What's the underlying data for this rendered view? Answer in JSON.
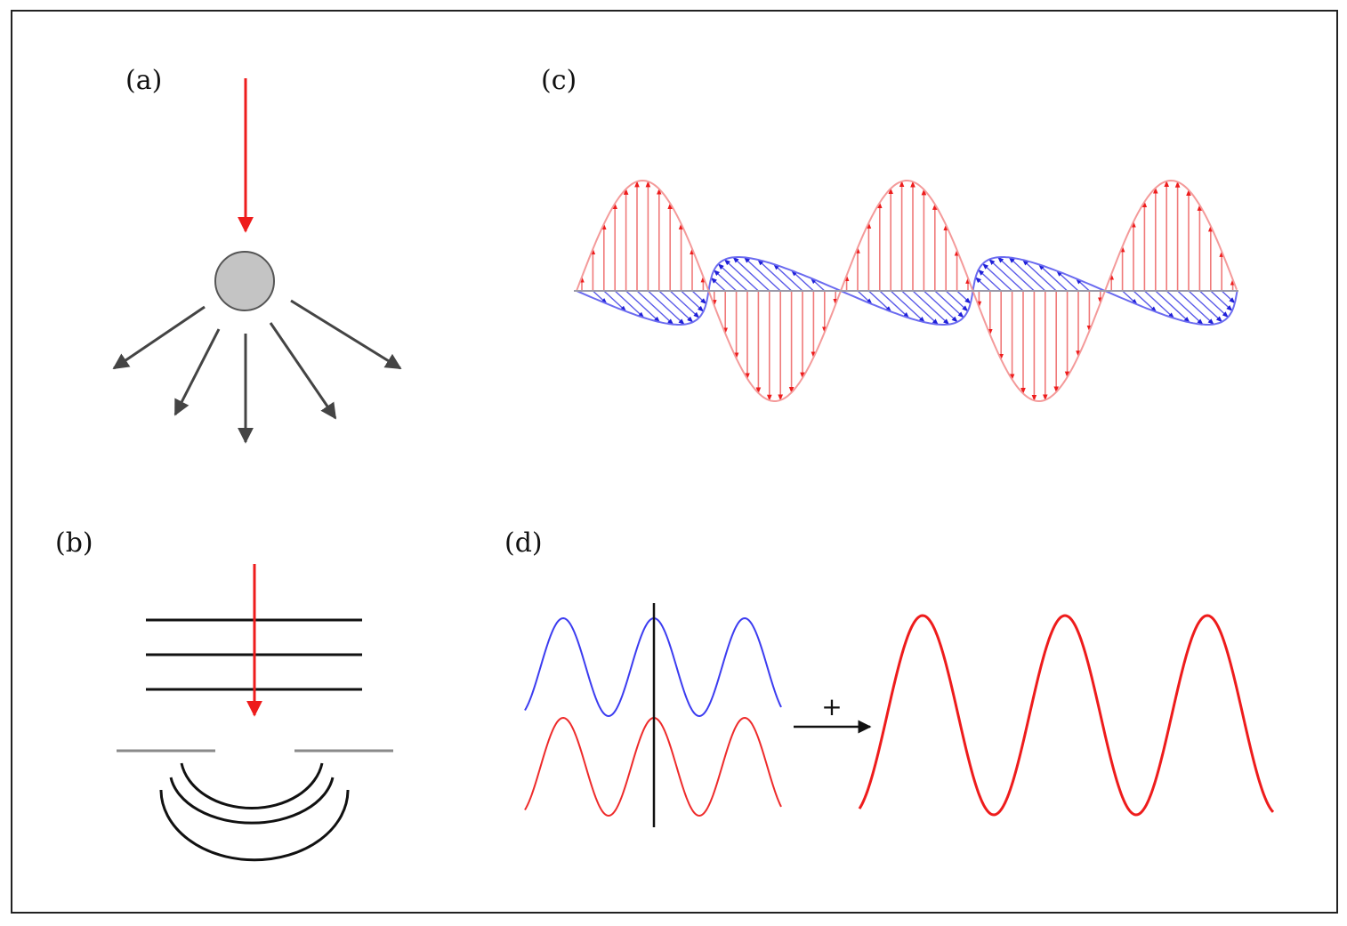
{
  "labels": {
    "a": "(a)",
    "b": "(b)",
    "c": "(c)",
    "d": "(d)"
  },
  "panel_d": {
    "operator": "+"
  },
  "colors": {
    "incident_arrow": "#ee1c1c",
    "scatter_arrow": "#444444",
    "particle_fill": "#c4c4c4",
    "electric_field": "#ee3b3b",
    "magnetic_field": "#2222dd",
    "wave_blue": "#3c3cf0",
    "wave_red": "#ee2b2b",
    "lines": "#111111",
    "slit": "#8a8a8a"
  }
}
